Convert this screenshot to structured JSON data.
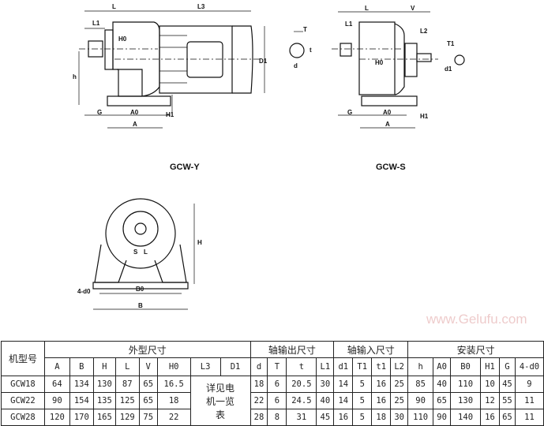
{
  "drawings": {
    "gcw_y": {
      "caption": "GCW-Y",
      "labels": [
        "L",
        "L3",
        "L1",
        "H0",
        "D1",
        "h",
        "H1",
        "G",
        "A0",
        "A"
      ]
    },
    "gcw_s": {
      "caption": "GCW-S",
      "labels": [
        "L",
        "V",
        "L1",
        "L2",
        "T1",
        "H0",
        "d1",
        "H1",
        "G",
        "A0",
        "A"
      ]
    },
    "key_detail": {
      "labels": [
        "T",
        "t",
        "d"
      ]
    },
    "front_view": {
      "labels": [
        "S",
        "L",
        "H",
        "4-d0",
        "B0",
        "B"
      ]
    }
  },
  "table": {
    "model_header": "机型号",
    "groups": [
      "外型尺寸",
      "轴输出尺寸",
      "轴输入尺寸",
      "安装尺寸"
    ],
    "columns": [
      "A",
      "B",
      "H",
      "L",
      "V",
      "H0",
      "L3",
      "D1",
      "d",
      "T",
      "t",
      "L1",
      "d1",
      "T1",
      "t1",
      "L2",
      "h",
      "A0",
      "B0",
      "H1",
      "G",
      "4-d0"
    ],
    "merged_note": "详见电机一览表",
    "rows": [
      {
        "model": "GCW18",
        "A": "64",
        "B": "134",
        "H": "130",
        "L": "87",
        "V": "65",
        "H0": "16.5",
        "d": "18",
        "T": "6",
        "t": "20.5",
        "L1": "30",
        "d1": "14",
        "T1": "5",
        "t1": "16",
        "L2": "25",
        "h": "85",
        "A0": "40",
        "B0": "110",
        "H1": "10",
        "G": "45",
        "4-d0": "9"
      },
      {
        "model": "GCW22",
        "A": "90",
        "B": "154",
        "H": "135",
        "L": "125",
        "V": "65",
        "H0": "18",
        "d": "22",
        "T": "6",
        "t": "24.5",
        "L1": "40",
        "d1": "14",
        "T1": "5",
        "t1": "16",
        "L2": "25",
        "h": "90",
        "A0": "65",
        "B0": "130",
        "H1": "12",
        "G": "55",
        "4-d0": "11"
      },
      {
        "model": "GCW28",
        "A": "120",
        "B": "170",
        "H": "165",
        "L": "129",
        "V": "75",
        "H0": "22",
        "d": "28",
        "T": "8",
        "t": "31",
        "L1": "45",
        "d1": "16",
        "T1": "5",
        "t1": "18",
        "L2": "30",
        "h": "110",
        "A0": "90",
        "B0": "140",
        "H1": "16",
        "G": "65",
        "4-d0": "11"
      }
    ]
  },
  "watermark": "www.Gelufu.com"
}
